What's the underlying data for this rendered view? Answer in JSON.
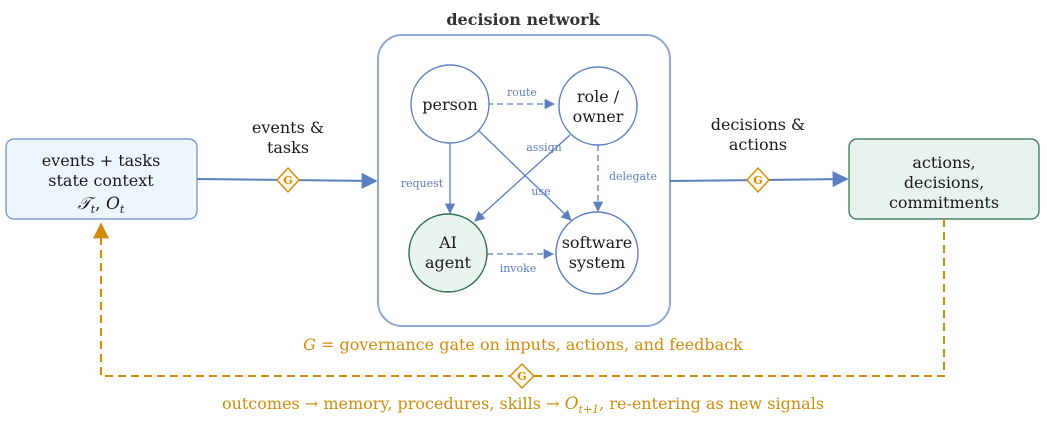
{
  "title": "decision network",
  "input_box": {
    "line1": "events + tasks",
    "line2": "state context",
    "line3": "𝒯",
    "line3_sub": "t",
    "line3_sep": ", ",
    "line3_b": "O",
    "line3_b_sub": "t"
  },
  "output_box": {
    "line1": "actions,",
    "line2": "decisions,",
    "line3": "commitments"
  },
  "input_label": {
    "line1": "events &",
    "line2": "tasks"
  },
  "output_label": {
    "line1": "decisions &",
    "line2": "actions"
  },
  "gate_symbol": "G",
  "nodes": {
    "person": "person",
    "role_line1": "role /",
    "role_line2": "owner",
    "ai_line1": "AI",
    "ai_line2": "agent",
    "software_line1": "software",
    "software_line2": "system"
  },
  "edges": {
    "route": "route",
    "assign": "assign",
    "delegate": "delegate",
    "request": "request",
    "use": "use",
    "invoke": "invoke"
  },
  "governance_note": {
    "g": "G",
    "rest": " = governance gate on inputs, actions, and feedback"
  },
  "feedback_note": {
    "part1": "outcomes → memory, procedures, skills → ",
    "o": "O",
    "sub": "t+1",
    "part2": ", re-entering as new signals"
  },
  "colors": {
    "blue": "#5b7fbf",
    "orange": "#d08c0c",
    "green_fill": "#e7f3ec",
    "green_stroke": "#2e6b4a",
    "input_fill": "#eef6fd"
  }
}
